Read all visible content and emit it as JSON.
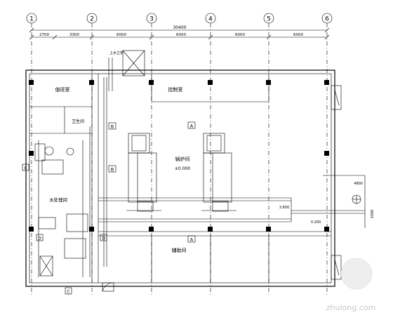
{
  "axes": {
    "bubbles": [
      "1",
      "2",
      "3",
      "4",
      "5",
      "6"
    ],
    "total_dimension": "30400",
    "spans": [
      "2700",
      "3300",
      "6000",
      "6000",
      "6000",
      "6000"
    ]
  },
  "rooms": {
    "duty_room": "值班室",
    "control_room": "控制室",
    "toilet": "卫生间",
    "water_room": "水处理间",
    "boiler_room": "锅炉间",
    "elevation": "±0.000",
    "aux_room": "辅助间"
  },
  "section_marks": {
    "a_top": "A",
    "a_bottom": "A",
    "b_top": "B",
    "b_mid": "B",
    "c_left": "C",
    "c_bottom": "C",
    "d_left": "D",
    "d_right": "D"
  },
  "side_dims": {
    "upper": "4800",
    "lower": "3300"
  },
  "labels": {
    "riser_note": "上水立管",
    "level_a": "3.600",
    "level_b": "0.200"
  },
  "watermark": "zhulong.com"
}
